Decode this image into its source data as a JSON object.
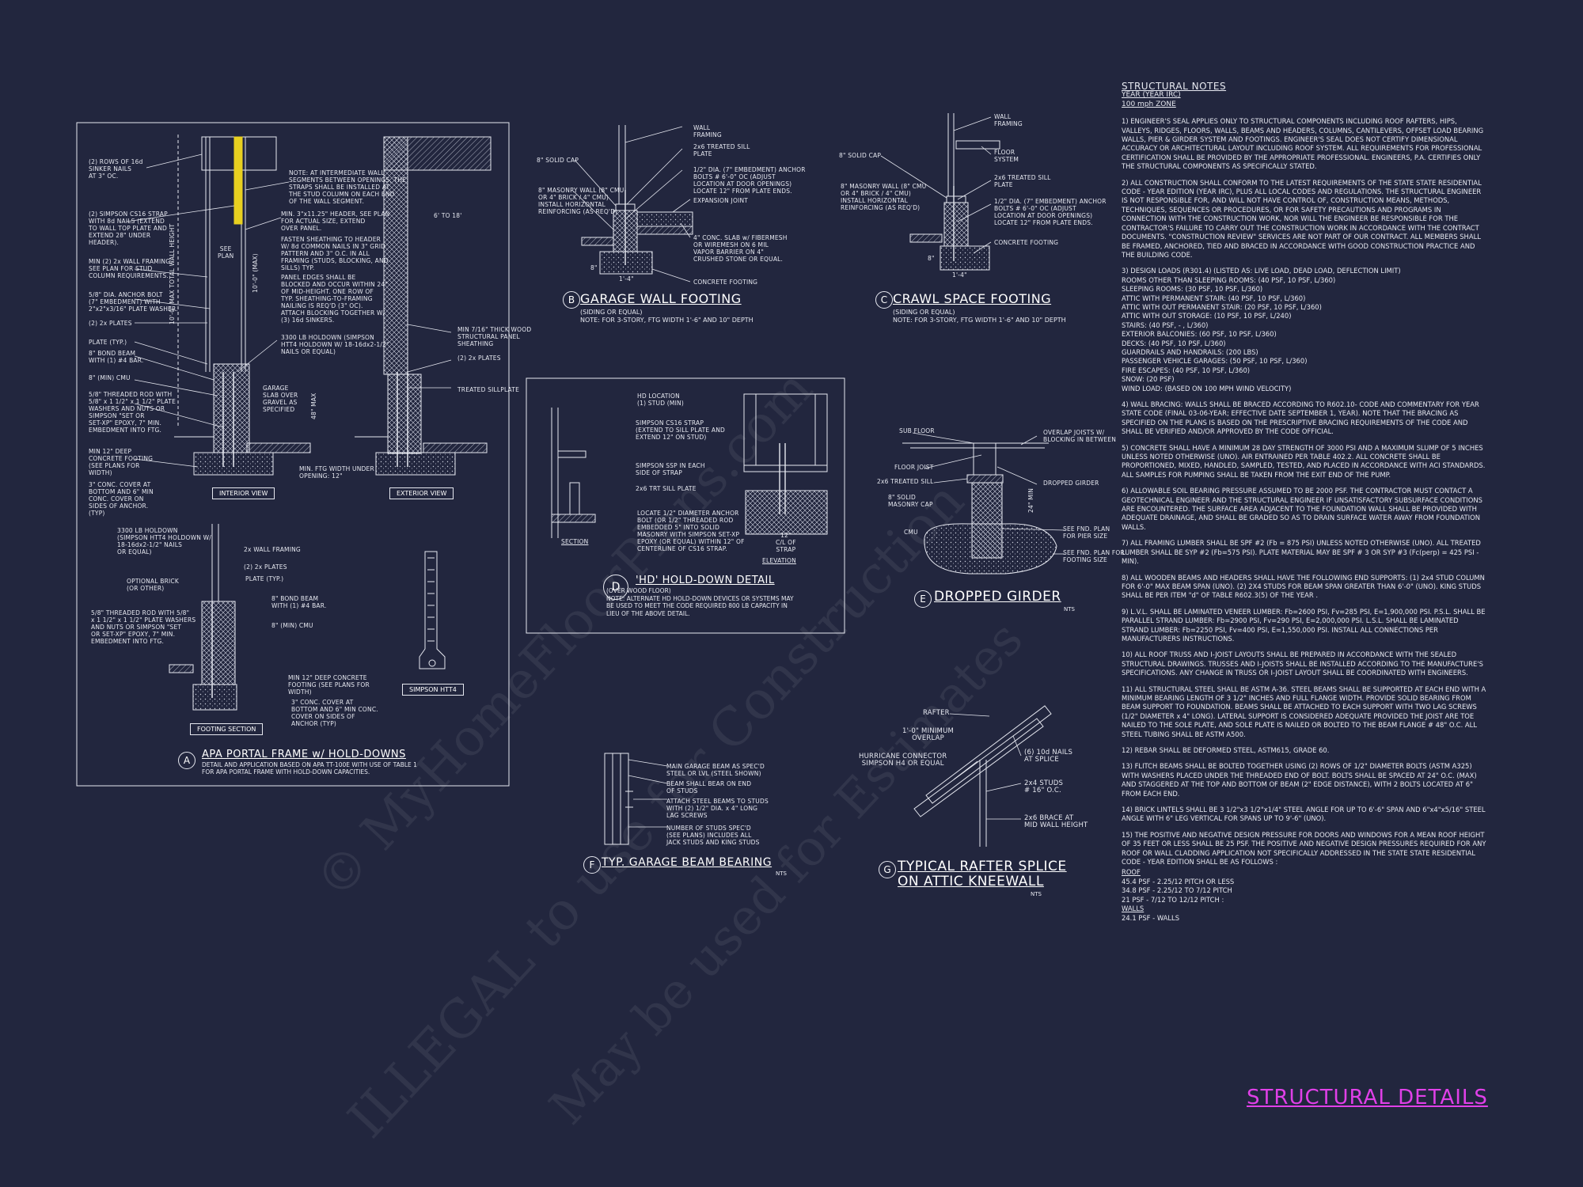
{
  "detail_a": {
    "bubble": "A",
    "title": "APA PORTAL FRAME w/ HOLD-DOWNS",
    "subtitle": "DETAIL AND APPLICATION BASED ON APA TT-100E WITH USE OF TABLE 1\nFOR APA PORTAL FRAME WITH HOLD-DOWN CAPACITIES.",
    "labels": [
      "(2) ROWS OF 16d\nSINKER NAILS\nAT 3\" OC.",
      "NOTE: AT INTERMEDIATE WALL\nSEGMENTS BETWEEN OPENINGS, THE\nSTRAPS SHALL BE INSTALLED AT\nTHE STUD COLUMN ON EACH END\nOF THE WALL SEGMENT.",
      "(2) SIMPSON CS16 STRAP\nWITH 8d NAILS (EXTEND\nTO WALL TOP PLATE AND\nEXTEND 28\" UNDER\nHEADER).",
      "MIN. 3\"x11.25\" HEADER, SEE PLAN\nFOR ACTUAL SIZE, EXTEND\nOVER PANEL.",
      "FASTEN SHEATHING TO HEADER\nW/ 8d COMMON NAILS IN 3\" GRID\nPATTERN AND 3\" O.C. IN ALL\nFRAMING (STUDS, BLOCKING, AND\nSILLS) TYP.",
      "MIN (2) 2x WALL FRAMING.\nSEE PLAN FOR STUD\nCOLUMN REQUIREMENTS.",
      "PANEL EDGES SHALL BE\nBLOCKED AND OCCUR WITHIN 24\"\nOF MID-HEIGHT. ONE ROW OF\nTYP. SHEATHING-TO-FRAMING\nNAILING IS REQ'D (3\" OC).\nATTACH BLOCKING TOGETHER W/\n(3) 16d SINKERS.",
      "5/8\" DIA. ANCHOR BOLT\n(7\" EMBEDMENT) WITH\n2\"x2\"x3/16\" PLATE WASHER.",
      "(2) 2x PLATES",
      "3300 LB HOLDOWN (SIMPSON\nHTT4 HOLDOWN W/ 18-16dx2-1/2\"\nNAILS OR EQUAL)",
      "PLATE (TYP.)",
      "8\" BOND BEAM\nWITH (1) #4 BAR.",
      "8\" (MIN) CMU",
      "5/8\" THREADED ROD WITH\n5/8\" x 1 1/2\" x 1 1/2\" PLATE\nWASHERS AND NUTS OR\nSIMPSON \"SET OR\nSET-XP\" EPOXY, 7\" MIN.\nEMBEDMENT INTO FTG.",
      "GARAGE\nSLAB OVER\nGRAVEL AS\nSPECIFIED",
      "MIN 12\" DEEP\nCONCRETE FOOTING\n(SEE PLANS FOR\nWIDTH)",
      "3\" CONC. COVER AT\nBOTTOM AND 6\" MIN\nCONC. COVER ON\nSIDES OF ANCHOR.\n(TYP)",
      "MIN. FTG WIDTH UNDER\nOPENING: 12\"",
      "MIN 7/16\" THICK WOOD\nSTRUCTURAL PANEL\nSHEATHING",
      "(2) 2x PLATES",
      "TREATED SILLPLATE",
      "6' TO 18'",
      "10'-0\" MAX TOTAL WALL HEIGHT",
      "10'-0\" (MAX)",
      "SEE\nPLAN",
      "48\" MAX",
      "3300 LB HOLDOWN\n(SIMPSON HTT4 HOLDOWN W/\n18-16dx2-1/2\" NAILS\nOR EQUAL)",
      "2x WALL FRAMING",
      "(2) 2x PLATES",
      "PLATE (TYP.)",
      "OPTIONAL BRICK\n(OR OTHER)",
      "8\" BOND BEAM\nWITH (1) #4 BAR.",
      "8\" (MIN) CMU",
      "5/8\" THREADED ROD WITH 5/8\"\nx 1 1/2\" x 1 1/2\" PLATE WASHERS\nAND NUTS OR SIMPSON \"SET\nOR SET-XP\" EPOXY, 7\" MIN.\nEMBEDMENT INTO FTG.",
      "MIN 12\" DEEP CONCRETE\nFOOTING (SEE PLANS FOR\nWIDTH)",
      "3\" CONC. COVER AT\nBOTTOM AND 6\" MIN CONC.\nCOVER ON SIDES OF\nANCHOR (TYP)"
    ],
    "tags": [
      "INTERIOR VIEW",
      "EXTERIOR VIEW",
      "FOOTING SECTION",
      "SIMPSON HTT4"
    ]
  },
  "detail_b": {
    "bubble": "B",
    "title": "GARAGE WALL FOOTING",
    "subtitle": "(SIDING OR EQUAL)\nNOTE: FOR 3-STORY, FTG WIDTH 1'-6\" AND 10\" DEPTH",
    "labels": [
      "WALL\nFRAMING",
      "2x6 TREATED SILL\nPLATE",
      "1/2\" DIA. (7\" EMBEDMENT) ANCHOR\nBOLTS # 6'-0\" OC (ADJUST\nLOCATION AT DOOR OPENINGS)\nLOCATE 12\" FROM PLATE ENDS.",
      "8\" SOLID CAP",
      "8\" MASONRY WALL (8\" CMU\nOR 4\" BRICK / 4\" CMU)\nINSTALL HORIZONTAL\nREINFORCING (AS REQ'D)",
      "EXPANSION JOINT",
      "4\" CONC. SLAB w/ FIBERMESH\nOR WIREMESH ON 6 MIL\nVAPOR BARRIER ON 4\"\nCRUSHED STONE OR EQUAL.",
      "CONCRETE FOOTING",
      "1'-4\"",
      "8\""
    ]
  },
  "detail_c": {
    "bubble": "C",
    "title": "CRAWL SPACE FOOTING",
    "subtitle": "(SIDING OR EQUAL)\nNOTE: FOR 3-STORY, FTG WIDTH 1'-6\" AND 10\" DEPTH",
    "labels": [
      "WALL\nFRAMING",
      "8\" SOLID CAP",
      "FLOOR\nSYSTEM",
      "8\" MASONRY WALL (8\" CMU\nOR 4\" BRICK / 4\" CMU)\nINSTALL HORIZONTAL\nREINFORCING (AS REQ'D)",
      "2x6 TREATED SILL\nPLATE",
      "1/2\" DIA. (7\" EMBEDMENT) ANCHOR\nBOLTS # 6'-0\" OC (ADJUST\nLOCATION AT DOOR OPENINGS)\nLOCATE 12\" FROM PLATE ENDS.",
      "CONCRETE FOOTING",
      "1'-4\"",
      "8\""
    ]
  },
  "detail_d": {
    "bubble": "D",
    "title": "'HD' HOLD-DOWN DETAIL",
    "subtitle": "(OVER WOOD FLOOR)\nNOTE: ALTERNATE HD HOLD-DOWN DEVICES OR SYSTEMS MAY\nBE USED TO MEET THE CODE REQUIRED 800 LB CAPACITY IN\nLIEU OF THE ABOVE DETAIL.",
    "labels": [
      "HD LOCATION\n(1) STUD (MIN)",
      "SIMPSON CS16 STRAP\n(EXTEND TO SILL PLATE AND\nEXTEND 12\" ON STUD)",
      "SIMPSON SSP IN EACH\nSIDE OF STRAP",
      "2x6 TRT SILL PLATE",
      "LOCATE 1/2\" DIAMETER ANCHOR\nBOLT (OR 1/2\" THREADED ROD\nEMBEDDED 5\" INTO SOLID\nMASONRY WITH SIMPSON SET-XP\nEPOXY (OR EQUAL) WITHIN 12\" OF\nCENTERLINE OF CS16 STRAP.",
      "SECTION",
      "ELEVATION",
      "12\"\nC/L OF\nSTRAP"
    ]
  },
  "detail_e": {
    "bubble": "E",
    "title": "DROPPED GIRDER",
    "nts": "NTS",
    "labels": [
      "SUB FLOOR",
      "OVERLAP JOISTS W/\nBLOCKING IN BETWEEN",
      "FLOOR JOIST",
      "2x6 TREATED SILL",
      "DROPPED GIRDER",
      "8\" SOLID\nMASONRY CAP",
      "24\" MIN",
      "CMU",
      "SEE FND. PLAN\nFOR PIER SIZE",
      "SEE FND. PLAN FOR\nFOOTING SIZE"
    ]
  },
  "detail_f": {
    "bubble": "F",
    "title": "TYP. GARAGE BEAM BEARING",
    "nts": "NTS",
    "labels": [
      "MAIN GARAGE BEAM AS SPEC'D\nSTEEL OR LVL (STEEL SHOWN)",
      "BEAM SHALL BEAR ON END\nOF STUDS",
      "ATTACH STEEL BEAMS TO STUDS\nWITH (2) 1/2\" DIA. x 4\" LONG\nLAG SCREWS",
      "NUMBER OF STUDS SPEC'D\n(SEE PLANS) INCLUDES ALL\nJACK STUDS AND KING STUDS"
    ]
  },
  "detail_g": {
    "bubble": "G",
    "title1": "TYPICAL RAFTER SPLICE",
    "title2": "ON ATTIC KNEEWALL",
    "nts": "NTS",
    "labels": [
      "RAFTER",
      "1'-0\" MINIMUM\nOVERLAP",
      "HURRICANE CONNECTOR\nSIMPSON H4 OR EQUAL",
      "(6) 10d NAILS\nAT SPLICE",
      "2x4 STUDS\n# 16\" O.C.",
      "2x6 BRACE AT\nMID WALL HEIGHT"
    ]
  },
  "notes": {
    "heading": "STRUCTURAL NOTES",
    "sub1": "YEAR (YEAR IRC)",
    "sub2": "100 mph ZONE",
    "items": [
      "1) ENGINEER'S SEAL APPLIES ONLY TO STRUCTURAL COMPONENTS INCLUDING ROOF RAFTERS, HIPS, VALLEYS, RIDGES, FLOORS, WALLS, BEAMS AND HEADERS, COLUMNS, CANTILEVERS, OFFSET LOAD BEARING WALLS, PIER & GIRDER SYSTEM AND FOOTINGS. ENGINEER'S SEAL DOES NOT CERTIFY DIMENSIONAL ACCURACY OR ARCHITECTURAL LAYOUT INCLUDING ROOF SYSTEM. ALL REQUIREMENTS FOR PROFESSIONAL CERTIFICATION SHALL BE PROVIDED BY THE APPROPRIATE PROFESSIONAL. ENGINEERS, P.A. CERTIFIES ONLY THE STRUCTURAL COMPONENTS AS SPECIFICALLY STATED.",
      "2) ALL CONSTRUCTION SHALL CONFORM TO THE LATEST REQUIREMENTS OF THE STATE STATE RESIDENTIAL CODE - YEAR EDITION (YEAR IRC), PLUS ALL LOCAL CODES AND REGULATIONS. THE STRUCTURAL ENGINEER IS NOT RESPONSIBLE FOR, AND WILL NOT HAVE CONTROL OF, CONSTRUCTION MEANS, METHODS, TECHNIQUES, SEQUENCES OR PROCEDURES, OR FOR SAFETY PRECAUTIONS AND PROGRAMS IN CONNECTION WITH THE CONSTRUCTION WORK, NOR WILL THE ENGINEER BE RESPONSIBLE FOR THE CONTRACTOR'S FAILURE TO CARRY OUT THE CONSTRUCTION WORK IN ACCORDANCE WITH THE CONTRACT DOCUMENTS. \"CONSTRUCTION REVIEW\" SERVICES ARE NOT PART OF OUR CONTRACT. ALL MEMBERS SHALL BE FRAMED, ANCHORED, TIED AND BRACED IN ACCORDANCE WITH GOOD CONSTRUCTION PRACTICE AND THE BUILDING CODE.",
      "3) DESIGN LOADS (R301.4) (LISTED AS: LIVE LOAD, DEAD LOAD, DEFLECTION LIMIT)\nROOMS OTHER THAN SLEEPING ROOMS: (40 PSF, 10 PSF, L/360)\nSLEEPING ROOMS: (30 PSF, 10 PSF, L/360)\nATTIC WITH PERMANENT STAIR: (40 PSF, 10 PSF, L/360)\nATTIC WITH OUT PERMANENT STAIR: (20 PSF, 10 PSF, L/360)\nATTIC WITH OUT STORAGE: (10 PSF, 10 PSF, L/240)\nSTAIRS: (40 PSF, - , L/360)\nEXTERIOR BALCONIES: (60 PSF, 10 PSF, L/360)\nDECKS: (40 PSF, 10 PSF, L/360)\nGUARDRAILS AND HANDRAILS: (200 LBS)\nPASSENGER VEHICLE GARAGES: (50 PSF, 10 PSF, L/360)\nFIRE ESCAPES: (40 PSF, 10 PSF, L/360)\nSNOW: (20 PSF)\nWIND LOAD: (BASED ON 100 MPH WIND VELOCITY)",
      "4) WALL BRACING: WALLS SHALL BE BRACED ACCORDING TO R602.10- CODE AND COMMENTARY FOR YEAR STATE CODE (FINAL 03-06-YEAR; EFFECTIVE DATE SEPTEMBER 1, YEAR). NOTE THAT THE BRACING AS SPECIFIED ON THE PLANS IS BASED ON THE PRESCRIPTIVE BRACING REQUIREMENTS OF THE CODE AND SHALL BE VERIFIED AND/OR APPROVED BY THE CODE OFFICIAL.",
      "5) CONCRETE SHALL HAVE A MINIMUM 28 DAY STRENGTH OF 3000 PSI AND A MAXIMUM SLUMP OF 5 INCHES UNLESS NOTED OTHERWISE (UNO). AIR ENTRAINED PER TABLE 402.2. ALL CONCRETE SHALL BE PROPORTIONED, MIXED, HANDLED, SAMPLED, TESTED, AND PLACED IN ACCORDANCE WITH ACI STANDARDS. ALL SAMPLES FOR PUMPING SHALL BE TAKEN FROM THE EXIT END OF THE PUMP.",
      "6) ALLOWABLE SOIL BEARING PRESSURE ASSUMED TO BE 2000 PSF. THE CONTRACTOR MUST CONTACT A GEOTECHNICAL ENGINEER AND THE STRUCTURAL ENGINEER IF UNSATISFACTORY SUBSURFACE CONDITIONS ARE ENCOUNTERED. THE SURFACE AREA ADJACENT TO THE FOUNDATION WALL SHALL BE PROVIDED WITH ADEQUATE DRAINAGE, AND SHALL BE GRADED SO AS TO DRAIN SURFACE WATER AWAY FROM FOUNDATION WALLS.",
      "7) ALL FRAMING LUMBER SHALL BE SPF #2 (Fb = 875 PSI) UNLESS NOTED OTHERWISE (UNO). ALL TREATED LUMBER SHALL BE SYP #2 (Fb=575 PSI). PLATE MATERIAL MAY BE SPF # 3 OR SYP #3 (Fc(perp) = 425 PSI - MIN).",
      "8) ALL WOODEN BEAMS AND HEADERS SHALL HAVE THE FOLLOWING END SUPPORTS: (1) 2x4 STUD COLUMN FOR 6'-0\" MAX BEAM SPAN (UNO). (2) 2X4 STUDS FOR BEAM SPAN GREATER THAN 6'-0\" (UNO). KING STUDS SHALL BE PER ITEM \"d\" OF TABLE R602.3(5) OF THE YEAR .",
      "9) L.V.L. SHALL BE LAMINATED VENEER LUMBER: Fb=2600 PSI, Fv=285 PSI, E=1,900,000 PSI. P.S.L. SHALL BE PARALLEL STRAND LUMBER: Fb=2900 PSI, Fv=290 PSI, E=2,000,000 PSI. L.S.L. SHALL BE LAMINATED STRAND LUMBER: Fb=2250 PSI, Fv=400 PSI, E=1,550,000 PSI. INSTALL ALL CONNECTIONS PER MANUFACTURERS INSTRUCTIONS.",
      "10) ALL ROOF TRUSS AND I-JOIST LAYOUTS SHALL BE PREPARED IN ACCORDANCE WITH THE SEALED STRUCTURAL DRAWINGS. TRUSSES AND I-JOISTS SHALL BE INSTALLED ACCORDING TO THE MANUFACTURE'S SPECIFICATIONS. ANY CHANGE IN TRUSS OR I-JOIST LAYOUT SHALL BE COORDINATED WITH ENGINEERS.",
      "11) ALL STRUCTURAL STEEL SHALL BE ASTM A-36. STEEL BEAMS SHALL BE SUPPORTED AT EACH END WITH A MINIMUM BEARING LENGTH OF 3 1/2\" INCHES AND FULL FLANGE WIDTH. PROVIDE SOLID BEARING FROM BEAM SUPPORT TO FOUNDATION. BEAMS SHALL BE ATTACHED TO EACH SUPPORT WITH TWO LAG SCREWS (1/2\" DIAMETER x 4\" LONG). LATERAL SUPPORT IS CONSIDERED ADEQUATE PROVIDED THE JOIST ARE TOE NAILED TO THE SOLE PLATE, AND SOLE PLATE IS NAILED OR BOLTED TO THE BEAM FLANGE # 48\" O.C. ALL STEEL TUBING SHALL BE ASTM A500.",
      "12) REBAR SHALL BE DEFORMED STEEL, ASTM615, GRADE 60.",
      "13) FLITCH BEAMS SHALL BE BOLTED TOGETHER USING (2) ROWS OF 1/2\" DIAMETER BOLTS (ASTM A325) WITH WASHERS PLACED UNDER THE THREADED END OF BOLT. BOLTS SHALL BE SPACED AT 24\" O.C. (MAX) AND STAGGERED AT THE TOP AND BOTTOM OF BEAM (2\" EDGE DISTANCE), WITH 2 BOLTS LOCATED AT 6\" FROM EACH END.",
      "14) BRICK LINTELS SHALL BE 3 1/2\"x3 1/2\"x1/4\" STEEL ANGLE FOR UP TO 6'-6\" SPAN AND 6\"x4\"x5/16\" STEEL ANGLE WITH 6\" LEG VERTICAL FOR SPANS UP TO 9'-6\" (UNO).",
      "15) THE POSITIVE AND NEGATIVE DESIGN PRESSURE FOR DOORS AND WINDOWS FOR A MEAN ROOF HEIGHT OF 35 FEET OR LESS SHALL BE 25 PSF. THE POSITIVE AND NEGATIVE DESIGN PRESSURES REQUIRED FOR ANY ROOF OR WALL CLADDING APPLICATION NOT SPECIFICALLY ADDRESSED IN THE STATE STATE RESIDENTIAL CODE - YEAR EDITION SHALL BE AS FOLLOWS :"
    ],
    "roof_head": "ROOF",
    "roof_lines": [
      "45.4 PSF - 2.25/12 PITCH OR LESS",
      "34.8 PSF - 2.25/12 TO 7/12 PITCH",
      "21 PSF - 7/12 TO 12/12 PITCH :"
    ],
    "walls_head": "WALLS",
    "walls_lines": [
      "24.1 PSF - WALLS"
    ]
  },
  "sheet_title": "STRUCTURAL DETAILS",
  "watermarks": [
    "© MyHomeFloorPlans.com",
    "ILLEGAL to use for Construction",
    "May be used for Estimates"
  ],
  "colors": {
    "background": "#22263e",
    "lines": "#e6e8f0",
    "highlight": "#e8d020",
    "sheet_title": "#e040e8"
  }
}
